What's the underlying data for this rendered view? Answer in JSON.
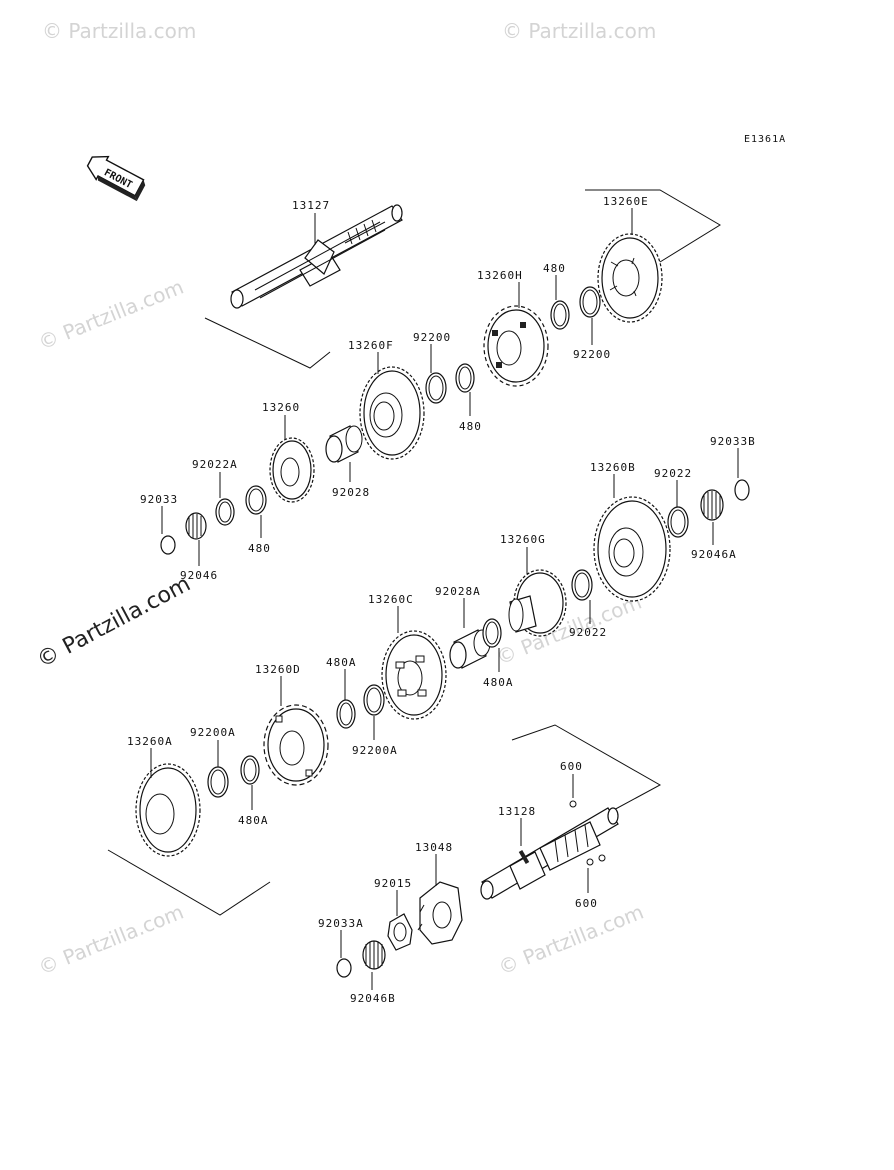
{
  "diagram": {
    "code": "E1361A",
    "front_arrow_text": "FRONT"
  },
  "watermarks": {
    "text": "© Partzilla.com",
    "small": "© Partzilla.com"
  },
  "labels": {
    "p13127": "13127",
    "p13260E": "13260E",
    "p480_top": "480",
    "p13260H": "13260H",
    "p92200_right": "92200",
    "p92200_left": "92200",
    "p13260F": "13260F",
    "p480_mid": "480",
    "p13260": "13260",
    "p92028": "92028",
    "p92022A": "92022A",
    "p480_low": "480",
    "p92033": "92033",
    "p92046": "92046",
    "p92033B": "92033B",
    "p13260B": "13260B",
    "p92022_top": "92022",
    "p92046A": "92046A",
    "p13260G": "13260G",
    "p92022_bot": "92022",
    "p92028A": "92028A",
    "p13260C": "13260C",
    "p480A_right": "480A",
    "p13260D": "13260D",
    "p480A_mid": "480A",
    "p92200A_right": "92200A",
    "p13260A": "13260A",
    "p92200A_left": "92200A",
    "p480A_left": "480A",
    "p600_top": "600",
    "p600_bot": "600",
    "p13128": "13128",
    "p13048": "13048",
    "p92015": "92015",
    "p92033A": "92033A",
    "p92046B": "92046B"
  }
}
